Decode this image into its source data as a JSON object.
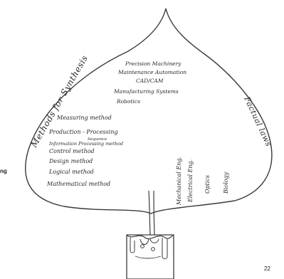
{
  "left_title": "Methods for Synthesis",
  "right_title": "Factual laws",
  "top_items": [
    "Precision Machinery",
    "Maintenance Automation",
    "CAD/CAM",
    "Manufacturing Systems",
    "Robotics"
  ],
  "methods": [
    "Measuring method",
    "Production - Processing",
    "Sequence",
    "Information Processing method",
    "Control method",
    "Design method",
    "Logical method",
    "Mathematical method"
  ],
  "laws": [
    "Mechanical Eng.",
    "Electrical Eng.",
    "Optics",
    "Biology"
  ],
  "side_label": "ng",
  "page_number": "22"
}
